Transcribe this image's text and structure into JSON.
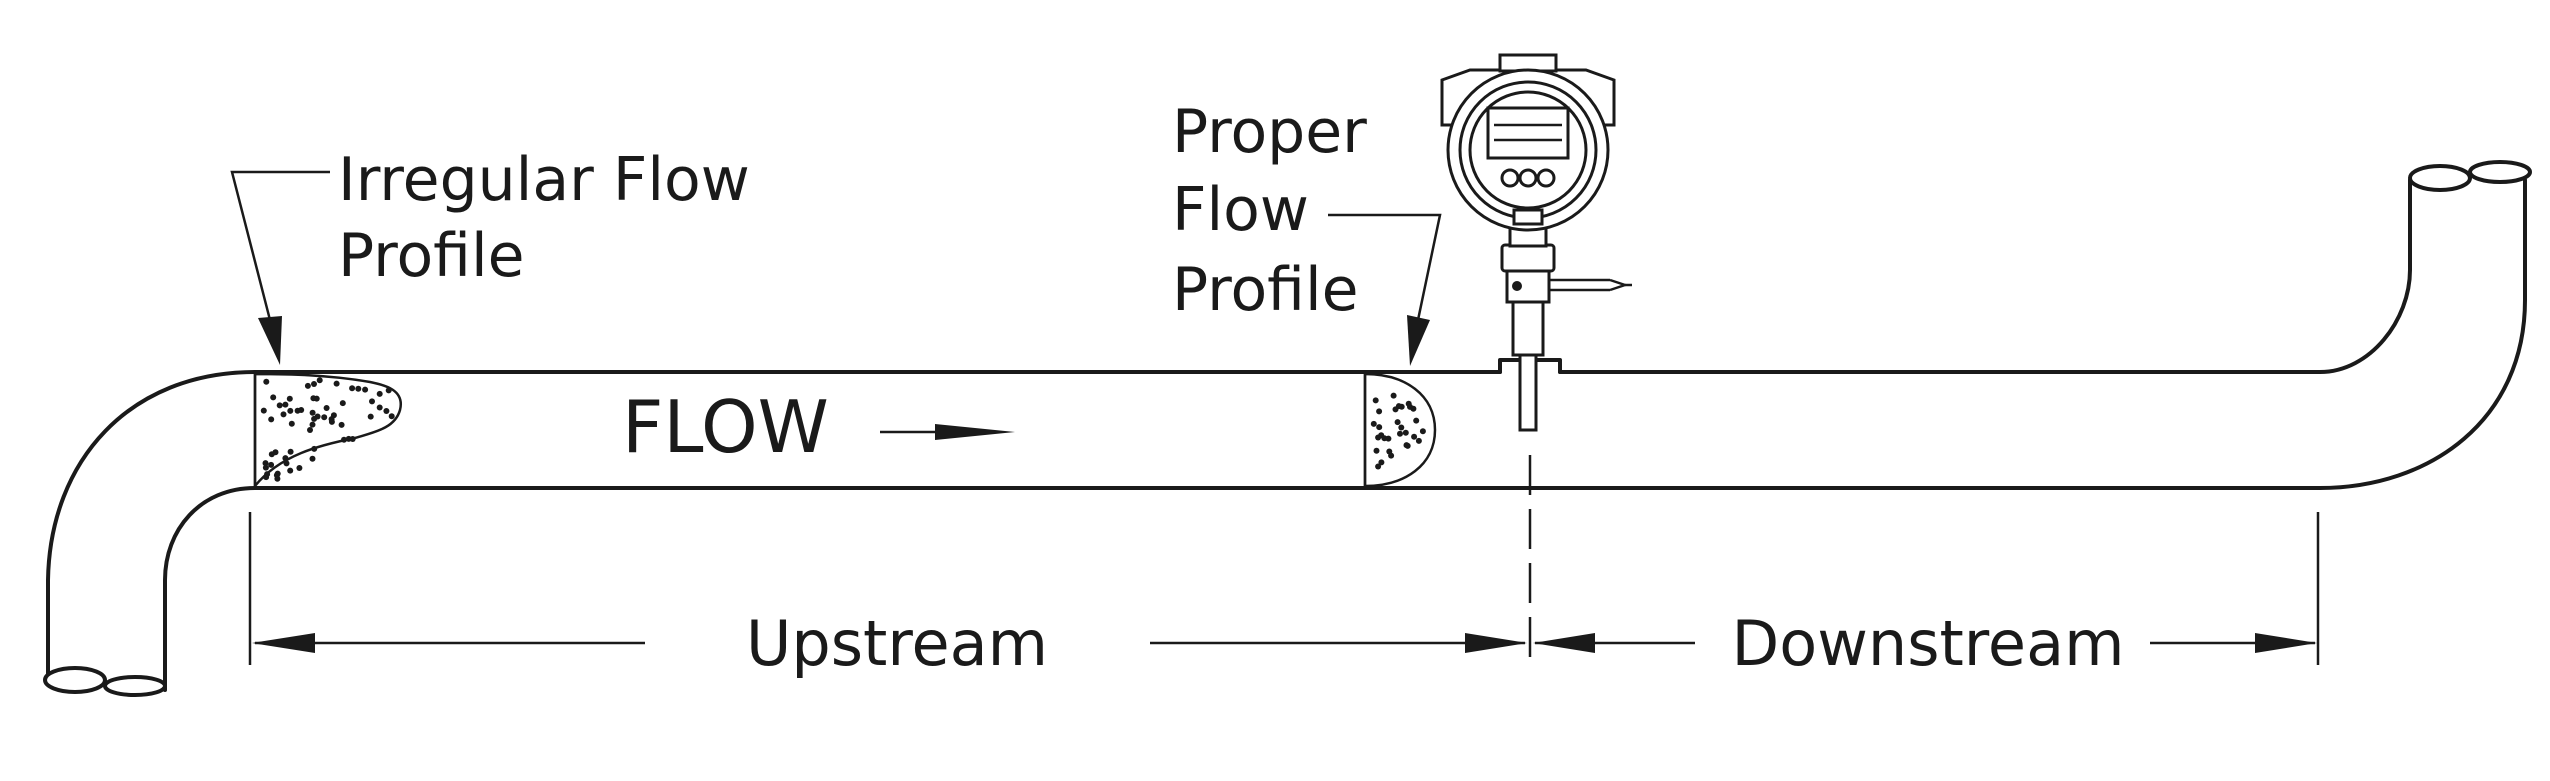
{
  "labels": {
    "irregular_line1": "Irregular Flow",
    "irregular_line2": "Profile",
    "proper_line1": "Proper",
    "proper_line2": "Flow",
    "proper_line3": "Profile",
    "flow": "FLOW",
    "upstream": "Upstream",
    "downstream": "Downstream"
  },
  "colors": {
    "line": "#1a1a1a",
    "background": "#ffffff"
  },
  "icons": {
    "meter": "flow-meter-icon",
    "flow_direction": "arrow-right-icon"
  }
}
